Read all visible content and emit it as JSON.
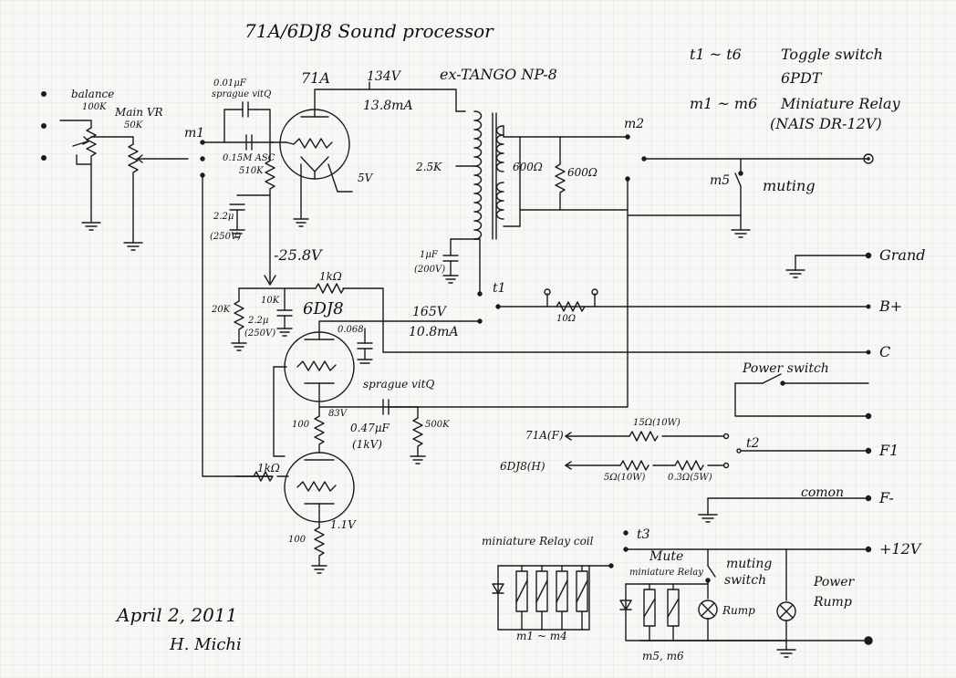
{
  "title": "71A/6DJ8 Sound processor",
  "legend": {
    "toggle_ids": "t1 ~ t6",
    "toggle_desc": "Toggle switch",
    "toggle_type": "6PDT",
    "relay_ids": "m1 ~ m6",
    "relay_desc": "Miniature Relay",
    "relay_part": "(NAIS DR-12V)"
  },
  "labels": {
    "balance": "balance",
    "balance_val": "100K",
    "main_vr": "Main VR",
    "main_vr_val": "50K",
    "m1": "m1",
    "m2": "m2",
    "m5": "m5",
    "cap_001": "0.01μF",
    "sprague1": "sprague vitQ",
    "res_015": "0.15M ASC",
    "res_510k": "510K",
    "tube_71a": "71A",
    "fil_5v": "5V",
    "cap_22_top": "2.2μ",
    "cap_22_top_v": "(250V)",
    "v134": "134V",
    "ma138": "13.8mA",
    "transformer": "ex-TANGO NP-8",
    "imp_25k": "2.5K",
    "imp_600a": "600Ω",
    "imp_600b": "600Ω",
    "muting": "muting",
    "cap_1uf": "1μF",
    "cap_1uf_v": "(200V)",
    "bias": "-25.8V",
    "res_20k": "20K",
    "res_10k": "10K",
    "res_1k_top": "1kΩ",
    "cap_22_mid": "2.2μ",
    "cap_22_mid_v": "(250V)",
    "tube_6dj8": "6DJ8",
    "cap_0068": "0.068",
    "v165": "165V",
    "ma108": "10.8mA",
    "t1": "t1",
    "res_10ohm": "10Ω",
    "sprague2": "sprague vitQ",
    "v83": "83V",
    "res_100a": "100",
    "cap_047": "0.47μF",
    "cap_047_v": "(1kV)",
    "res_500k": "500K",
    "res_1k_grid": "1kΩ",
    "v11": "1.1V",
    "res_100b": "100",
    "date": "April 2, 2011",
    "author": "H. Michi",
    "grand": "Grand",
    "bplus": "B+",
    "c": "C",
    "power_switch": "Power switch",
    "f1": "F1",
    "fminus": "F-",
    "plus12v": "+12V",
    "fil_71a": "71A(F)",
    "res_15ohm": "15Ω(10W)",
    "t2": "t2",
    "fil_6dj8": "6DJ8(H)",
    "res_5ohm": "5Ω(10W)",
    "res_03ohm": "0.3Ω(5W)",
    "comon": "comon",
    "relay_coil": "miniature Relay coil",
    "t3": "t3",
    "mute_relay_1": "Mute",
    "mute_relay_2": "miniature Relay",
    "muting_switch_1": "muting",
    "muting_switch_2": "switch",
    "rump": "Rump",
    "power_rump_1": "Power",
    "power_rump_2": "Rump",
    "m1_m4": "m1 ~ m4",
    "m5_m6": "m5, m6"
  }
}
